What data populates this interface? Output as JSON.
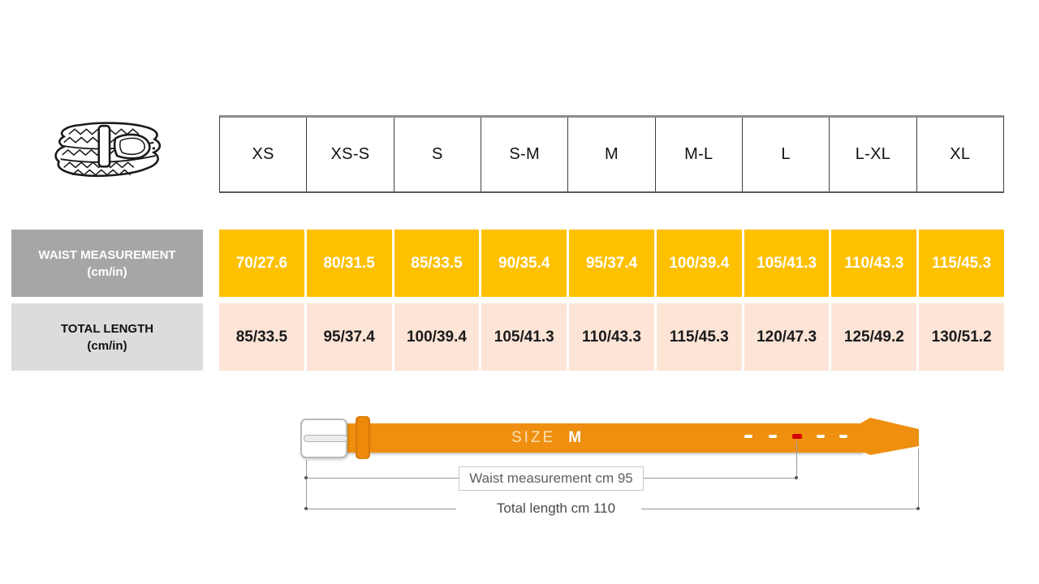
{
  "colors": {
    "waist_row_bg": "#FFC000",
    "length_row_bg": "#FCE4D6",
    "waist_label_bg": "#A6A6A6",
    "length_label_bg": "#DCDCDC",
    "belt_orange": "#EF8F10",
    "marker_red": "#D40000"
  },
  "size_table": {
    "sizes": [
      "XS",
      "XS-S",
      "S",
      "S-M",
      "M",
      "M-L",
      "L",
      "L-XL",
      "XL"
    ],
    "waist_label": "WAIST MEASUREMENT",
    "waist_unit": "(cm/in)",
    "length_label": "TOTAL LENGTH",
    "length_unit": "(cm/in)",
    "waist_values": [
      "70/27.6",
      "80/31.5",
      "85/33.5",
      "90/35.4",
      "95/37.4",
      "100/39.4",
      "105/41.3",
      "110/43.3",
      "115/45.3"
    ],
    "length_values": [
      "85/33.5",
      "95/37.4",
      "100/39.4",
      "105/41.3",
      "110/43.3",
      "115/45.3",
      "120/47.3",
      "125/49.2",
      "130/51.2"
    ]
  },
  "diagram": {
    "size_word": "SIZE",
    "size_value": "M",
    "waist_note": "Waist measurement cm 95",
    "length_note": "Total length cm 110"
  },
  "chart_data": {
    "type": "table",
    "title": "Belt size chart",
    "categories": [
      "XS",
      "XS-S",
      "S",
      "S-M",
      "M",
      "M-L",
      "L",
      "L-XL",
      "XL"
    ],
    "series": [
      {
        "name": "Waist measurement (cm/in)",
        "values": [
          "70/27.6",
          "80/31.5",
          "85/33.5",
          "90/35.4",
          "95/37.4",
          "100/39.4",
          "105/41.3",
          "110/43.3",
          "115/45.3"
        ]
      },
      {
        "name": "Total length (cm/in)",
        "values": [
          "85/33.5",
          "95/37.4",
          "100/39.4",
          "105/41.3",
          "110/43.3",
          "115/45.3",
          "120/47.3",
          "125/49.2",
          "130/51.2"
        ]
      }
    ],
    "example_belt": {
      "size": "M",
      "waist_cm": 95,
      "total_length_cm": 110
    }
  }
}
